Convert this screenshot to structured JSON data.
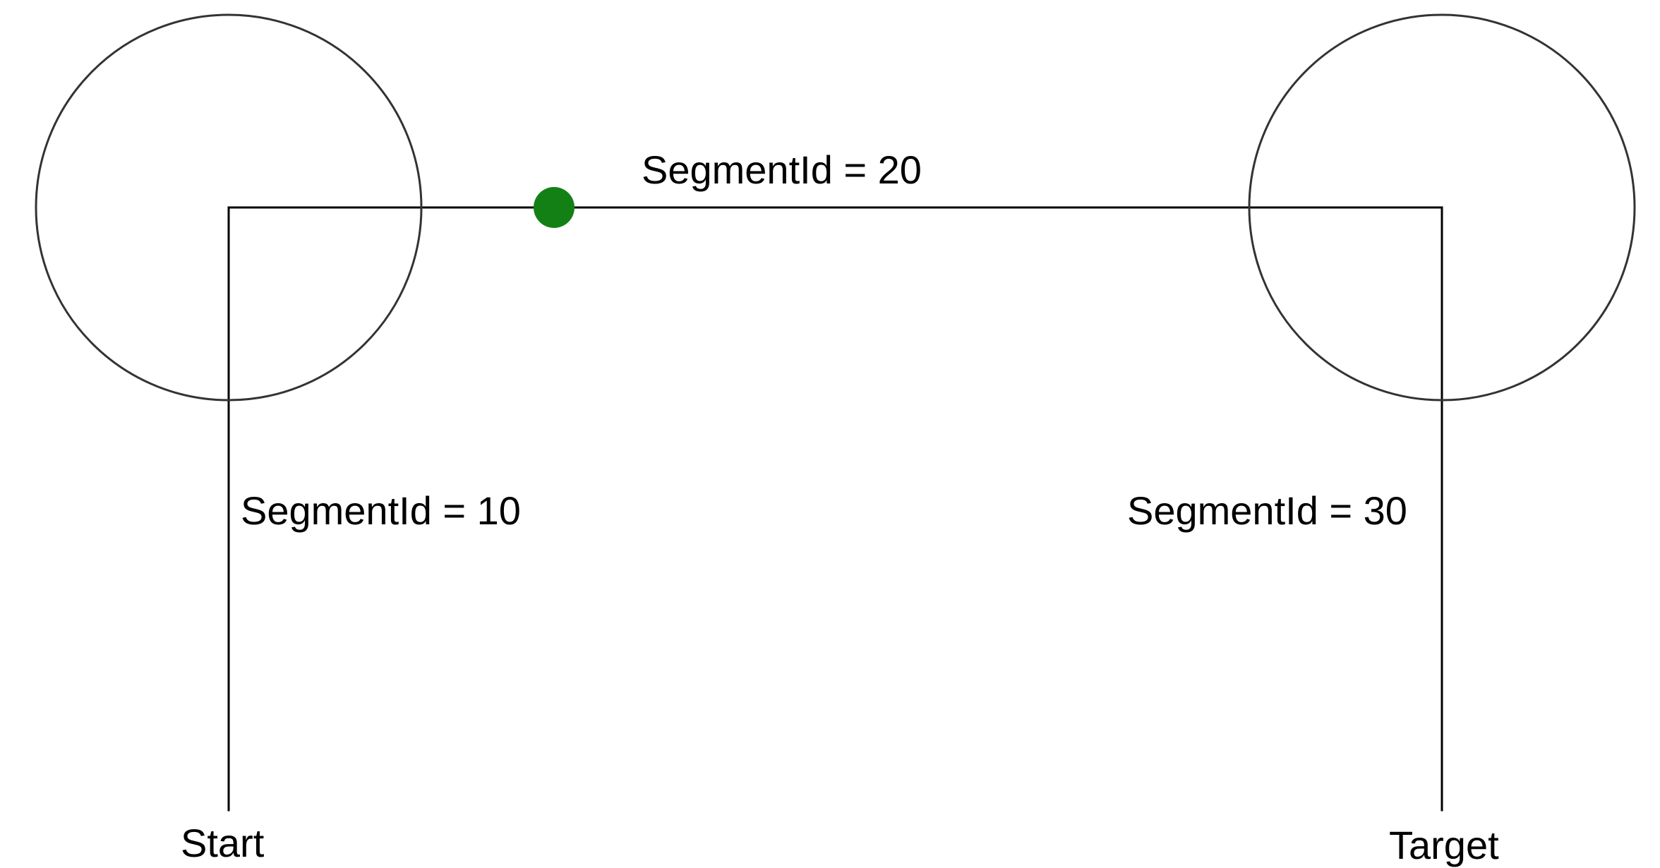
{
  "segments": [
    {
      "label": "SegmentId = 10"
    },
    {
      "label": "SegmentId = 20"
    },
    {
      "label": "SegmentId = 30"
    }
  ],
  "endpoints": {
    "start_label": "Start",
    "target_label": "Target"
  },
  "colors": {
    "line": "#000000",
    "circle": "#333333",
    "marker": "#138016",
    "text": "#000000"
  }
}
